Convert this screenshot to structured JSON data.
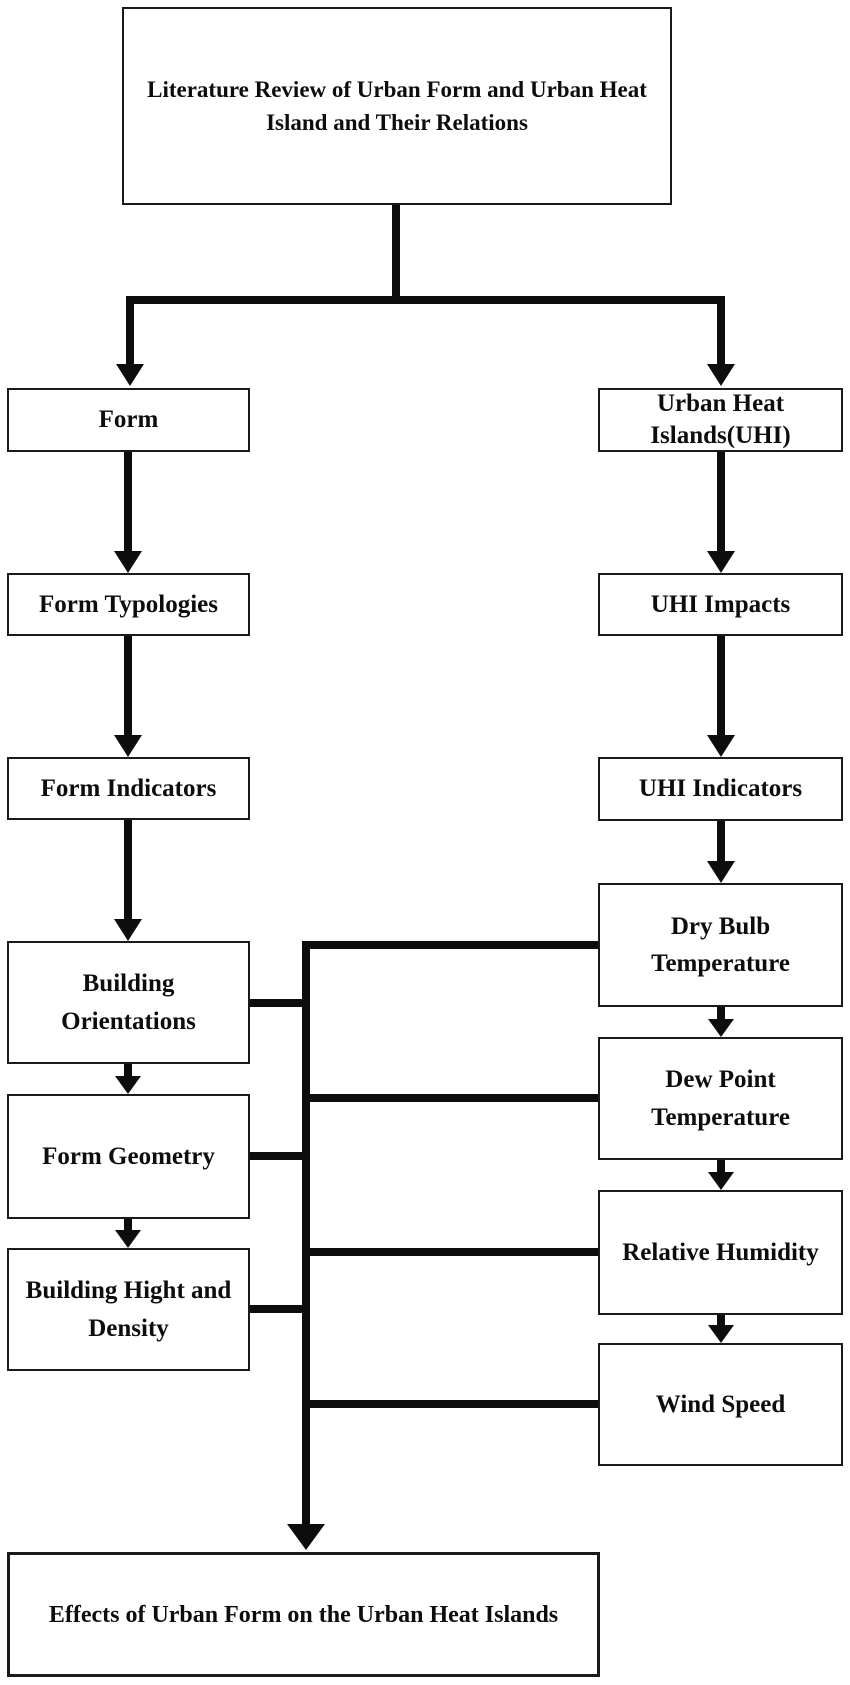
{
  "title": {
    "label": "Literature Review of Urban Form and Urban Heat\nIsland and Their Relations"
  },
  "nodes": {
    "form": {
      "label": "Form"
    },
    "urban_heat_islands": {
      "label": "Urban Heat\nIslands(UHI)"
    },
    "form_typologies": {
      "label": "Form Typologies"
    },
    "uhi_impacts": {
      "label": "UHI Impacts"
    },
    "form_indicators": {
      "label": "Form Indicators"
    },
    "uhi_indicators": {
      "label": "UHI Indicators"
    },
    "building_orientations": {
      "label": "Building\nOrientations"
    },
    "dry_bulb_temperature": {
      "label": "Dry Bulb\nTemperature"
    },
    "form_geometry": {
      "label": "Form Geometry"
    },
    "dew_point_temperature": {
      "label": "Dew Point\nTemperature"
    },
    "building_hight_density": {
      "label": "Building Hight and\nDensity"
    },
    "relative_humidity": {
      "label": "Relative Humidity"
    },
    "wind_speed": {
      "label": "Wind Speed"
    },
    "effects": {
      "label": "Effects of Urban Form on the Urban Heat Islands"
    }
  },
  "colors": {
    "line": "#0d0d0d",
    "box_border": "#1a1a1a",
    "bg": "#ffffff",
    "text": "#0d0d0d"
  }
}
